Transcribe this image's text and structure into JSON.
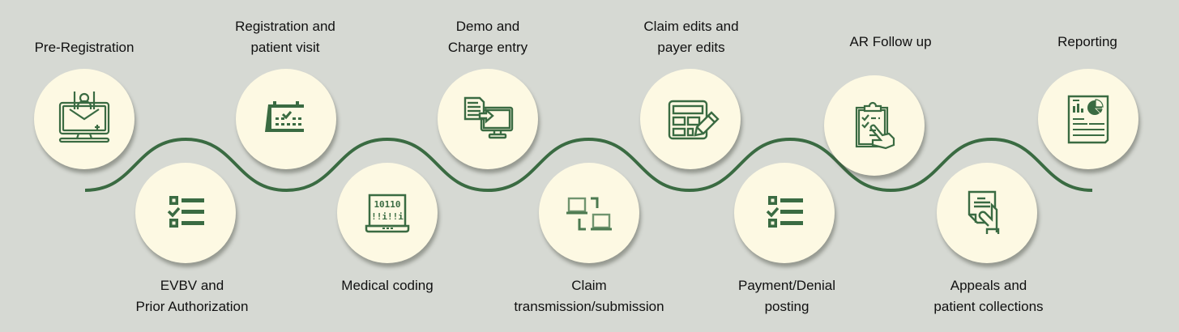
{
  "diagram": {
    "title": "Revenue cycle management steps",
    "colors": {
      "background": "#d6d9d3",
      "circle_fill": "#fdf9e3",
      "accent_green": "#3a6b42",
      "text": "#111111"
    },
    "steps": [
      {
        "id": 1,
        "position": "top",
        "label_lines": [
          "Pre-Registration"
        ],
        "icon": "computer-user-download-icon"
      },
      {
        "id": 2,
        "position": "bottom",
        "label_lines": [
          "EVBV and",
          "Prior Authorization"
        ],
        "icon": "checklist-icon"
      },
      {
        "id": 3,
        "position": "top",
        "label_lines": [
          "Registration and",
          "patient visit"
        ],
        "icon": "calendar-check-icon"
      },
      {
        "id": 4,
        "position": "bottom",
        "label_lines": [
          "Medical coding"
        ],
        "icon": "laptop-binary-code-icon"
      },
      {
        "id": 5,
        "position": "top",
        "label_lines": [
          "Demo and",
          "Charge entry"
        ],
        "icon": "document-to-monitor-icon"
      },
      {
        "id": 6,
        "position": "bottom",
        "label_lines": [
          "Claim",
          "transmission/submission"
        ],
        "icon": "laptop-transfer-icon"
      },
      {
        "id": 7,
        "position": "top",
        "label_lines": [
          "Claim edits and",
          "payer edits"
        ],
        "icon": "form-edit-pencil-icon"
      },
      {
        "id": 8,
        "position": "bottom",
        "label_lines": [
          "Payment/Denial",
          "posting"
        ],
        "icon": "checklist-icon"
      },
      {
        "id": 9,
        "position": "top",
        "label_lines": [
          "AR Follow up"
        ],
        "icon": "clipboard-hand-icon"
      },
      {
        "id": 10,
        "position": "bottom",
        "label_lines": [
          "Appeals and",
          "patient collections"
        ],
        "icon": "hand-holding-document-icon"
      },
      {
        "id": 11,
        "position": "top",
        "label_lines": [
          "Reporting"
        ],
        "icon": "report-chart-icon"
      }
    ]
  }
}
